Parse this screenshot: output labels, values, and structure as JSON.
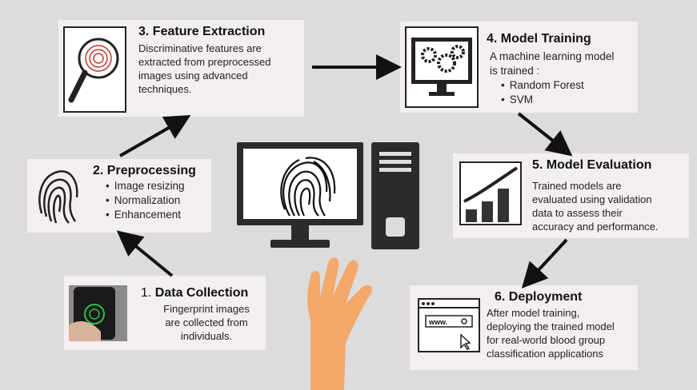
{
  "steps": {
    "data_collection": {
      "number": "1.",
      "title": "Data Collection",
      "body": [
        "Fingerprint images",
        "are collected from",
        "individuals."
      ]
    },
    "preprocessing": {
      "title": "2. Preprocessing",
      "items": [
        "Image resizing",
        "Normalization",
        "Enhancement"
      ]
    },
    "feature_extraction": {
      "title": "3. Feature Extraction",
      "body": [
        "Discriminative features are",
        "extracted from preprocessed",
        "images using advanced",
        "techniques."
      ]
    },
    "model_training": {
      "title": "4. Model Training",
      "body": [
        "A machine learning model",
        "is trained :"
      ],
      "items": [
        "Random Forest",
        "SVM"
      ]
    },
    "model_evaluation": {
      "title": "5. Model Evaluation",
      "body": [
        "Trained models are",
        "evaluated using validation",
        "data to assess their",
        "accuracy and performance."
      ]
    },
    "deployment": {
      "title": "6. Deployment",
      "body": [
        "After model training,",
        "deploying the trained model",
        "for real-world blood group",
        "classification applications"
      ],
      "browser_text": "www."
    }
  },
  "colors": {
    "background": "#dcdcdc",
    "card": "#f3efee",
    "arrow": "#111111",
    "hand": "#f4a86a",
    "fingerprint_red": "#c0392b"
  }
}
